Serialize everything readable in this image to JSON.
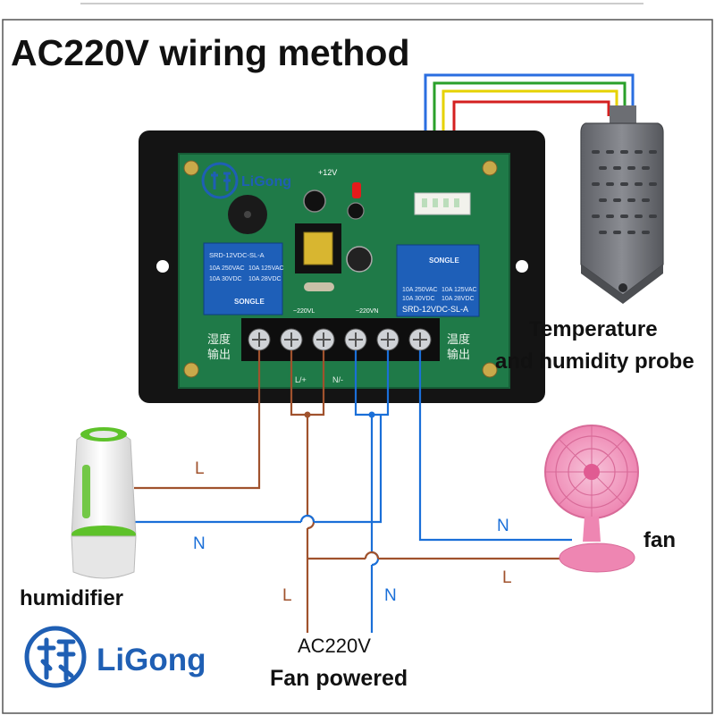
{
  "title": "AC220V wiring method",
  "brand": {
    "name": "LiGong",
    "board_name": "LiGong",
    "color": "#1f5fb4"
  },
  "board": {
    "top_label": "+12V",
    "relay_left": {
      "brand": "SONGLE",
      "model": "SRD-12VDC-SL-A",
      "rating_1": "10A 250VAC",
      "rating_2": "10A 125VAC",
      "rating_3": "10A 30VDC",
      "rating_4": "10A 28VDC"
    },
    "relay_right": {
      "brand": "SONGLE",
      "model": "SRD-12VDC-SL-A",
      "rating_1": "10A 250VAC",
      "rating_2": "10A 125VAC",
      "rating_3": "10A 30VDC",
      "rating_4": "10A 28VDC"
    },
    "terminal_label_left": "~220VL",
    "terminal_label_right": "~220VN",
    "left_cn_1": "湿度",
    "left_cn_2": "输出",
    "right_cn_1": "温度",
    "right_cn_2": "输出",
    "board_l_mark": "L/+",
    "board_n_mark": "N/-"
  },
  "labels": {
    "probe_line1": "Temperature",
    "probe_line2": "and humidity probe",
    "fan": "fan",
    "humidifier": "humidifier",
    "source_line1": "AC220V",
    "source_line2": "Fan powered",
    "wire_l": "L",
    "wire_n": "N"
  },
  "colors": {
    "live_wire": "#a0522d",
    "neutral_wire": "#1a6fd8",
    "probe_wire_blue": "#2a6ee0",
    "probe_wire_green": "#2aa02a",
    "probe_wire_yellow": "#e6d200",
    "probe_wire_red": "#d42020",
    "pcb": "#1f7a48",
    "relay": "#1e5fb8",
    "fan_pink": "#f29ac0",
    "humidifier_green": "#5ec22a"
  }
}
